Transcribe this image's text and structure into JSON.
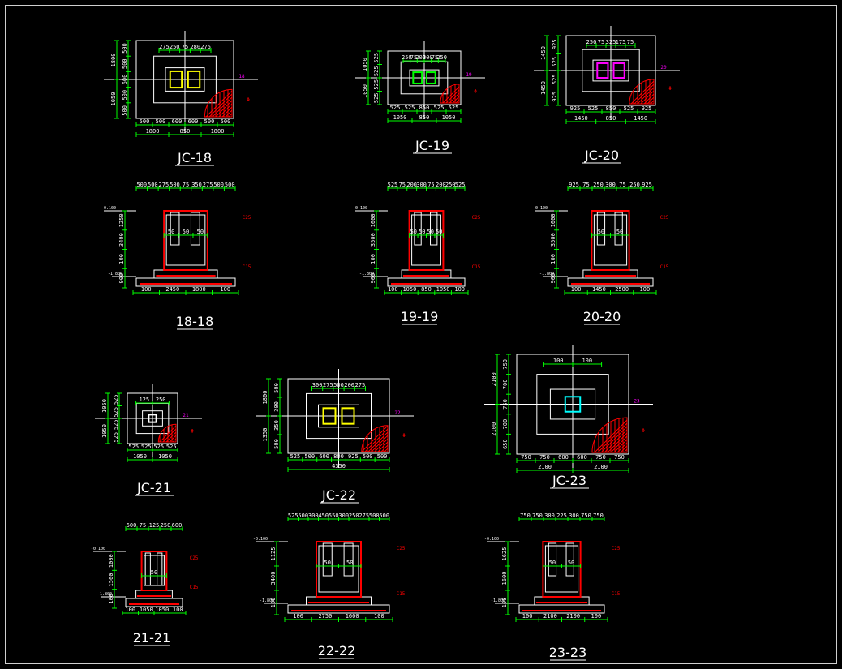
{
  "colors": {
    "background": "#000000",
    "outline": "#ffffff",
    "dimension": "#00ff00",
    "rebar": "#ff0000",
    "column_a": "#ffff00",
    "column_b": "#00ff00",
    "column_c": "#ff00ff",
    "column_d": "#00ffff",
    "axis_tag": "#ff00ff"
  },
  "plans": [
    {
      "title": "JC-18",
      "cross": "18",
      "bottom_dims": [
        "500",
        "500",
        "600",
        "600",
        "500",
        "500"
      ],
      "bottom_totals": [
        "1800",
        "850",
        "1800"
      ],
      "left_dims": [
        "500",
        "500",
        "600",
        "500",
        "500"
      ],
      "left_totals": [
        "1800",
        "1050"
      ],
      "top_dims": [
        "275",
        "250",
        "75",
        "280",
        "275"
      ],
      "column_color": "column_a",
      "columns": 2
    },
    {
      "title": "JC-19",
      "cross": "19",
      "bottom_dims": [
        "525",
        "525",
        "850",
        "525",
        "525"
      ],
      "bottom_totals": [
        "1050",
        "850",
        "1050"
      ],
      "left_dims": [
        "525",
        "525",
        "525",
        "525"
      ],
      "left_totals": [
        "1050",
        "1050"
      ],
      "top_dims": [
        "250",
        "75",
        "200",
        "300",
        "75",
        "250"
      ],
      "column_color": "column_b",
      "columns": 2
    },
    {
      "title": "JC-20",
      "cross": "20",
      "bottom_dims": [
        "925",
        "525",
        "850",
        "525",
        "925"
      ],
      "bottom_totals": [
        "1450",
        "850",
        "1450"
      ],
      "left_dims": [
        "925",
        "525",
        "525",
        "925"
      ],
      "left_totals": [
        "1450",
        "1450"
      ],
      "top_dims": [
        "250",
        "75",
        "325",
        "175",
        "75"
      ],
      "column_color": "column_c",
      "columns": 2
    },
    {
      "title": "JC-21",
      "cross": "21",
      "bottom_dims": [
        "525",
        "525",
        "525",
        "525"
      ],
      "bottom_totals": [
        "1050",
        "1050"
      ],
      "left_dims": [
        "525",
        "525",
        "525",
        "525"
      ],
      "left_totals": [
        "1050",
        "1050"
      ],
      "top_dims": [
        "125",
        "250"
      ],
      "column_color": "outline",
      "columns": 1
    },
    {
      "title": "JC-22",
      "cross": "22",
      "bottom_dims": [
        "525",
        "500",
        "600",
        "800",
        "925",
        "500",
        "500"
      ],
      "bottom_totals": [
        "4350"
      ],
      "left_dims": [
        "500",
        "300",
        "350",
        "500"
      ],
      "left_totals": [
        "1800",
        "1350"
      ],
      "top_dims": [
        "300",
        "275",
        "500",
        "200",
        "275"
      ],
      "column_color": "column_a",
      "columns": 2
    },
    {
      "title": "JC-23",
      "cross": "23",
      "bottom_dims": [
        "750",
        "750",
        "600",
        "600",
        "750",
        "750"
      ],
      "bottom_totals": [
        "2100",
        "2100"
      ],
      "left_dims": [
        "750",
        "700",
        "750",
        "700",
        "650"
      ],
      "left_totals": [
        "2100",
        "2100"
      ],
      "top_dims": [
        "100",
        "100"
      ],
      "column_color": "column_d",
      "columns": 1
    }
  ],
  "sections": [
    {
      "title": "18-18",
      "top_dims": [
        "500",
        "500",
        "275",
        "500",
        "75",
        "350",
        "275",
        "500",
        "500"
      ],
      "bottom_dims": [
        "100",
        "2450",
        "1800",
        "100"
      ],
      "left_dims": [
        "1250",
        "3400",
        "100",
        "900"
      ],
      "mid_dims": [
        "50",
        "50",
        "50"
      ]
    },
    {
      "title": "19-19",
      "top_dims": [
        "525",
        "75",
        "200",
        "300",
        "75",
        "200",
        "250",
        "525"
      ],
      "bottom_dims": [
        "100",
        "1050",
        "850",
        "1050",
        "100"
      ],
      "left_dims": [
        "1000",
        "3500",
        "100",
        "900"
      ],
      "mid_dims": [
        "50",
        "50",
        "50",
        "50"
      ]
    },
    {
      "title": "20-20",
      "top_dims": [
        "925",
        "75",
        "250",
        "300",
        "75",
        "250",
        "925"
      ],
      "bottom_dims": [
        "100",
        "1450",
        "2500",
        "100"
      ],
      "left_dims": [
        "1000",
        "3500",
        "100",
        "900"
      ],
      "mid_dims": [
        "50",
        "50"
      ]
    },
    {
      "title": "21-21",
      "top_dims": [
        "600",
        "75",
        "125",
        "250",
        "600"
      ],
      "bottom_dims": [
        "100",
        "1050",
        "1050",
        "100"
      ],
      "left_dims": [
        "1000",
        "1500",
        "100"
      ],
      "mid_dims": [
        "50"
      ]
    },
    {
      "title": "22-22",
      "top_dims": [
        "525",
        "500",
        "300",
        "450",
        "550",
        "300",
        "250",
        "275",
        "500",
        "500"
      ],
      "bottom_dims": [
        "100",
        "2750",
        "1600",
        "100"
      ],
      "left_dims": [
        "1125",
        "3400",
        "100"
      ],
      "mid_dims": [
        "50",
        "50"
      ]
    },
    {
      "title": "23-23",
      "top_dims": [
        "750",
        "750",
        "300",
        "225",
        "300",
        "750",
        "750"
      ],
      "bottom_dims": [
        "100",
        "2100",
        "2100",
        "100"
      ],
      "left_dims": [
        "1625",
        "1600",
        "100"
      ],
      "mid_dims": [
        "50",
        "50"
      ]
    }
  ]
}
